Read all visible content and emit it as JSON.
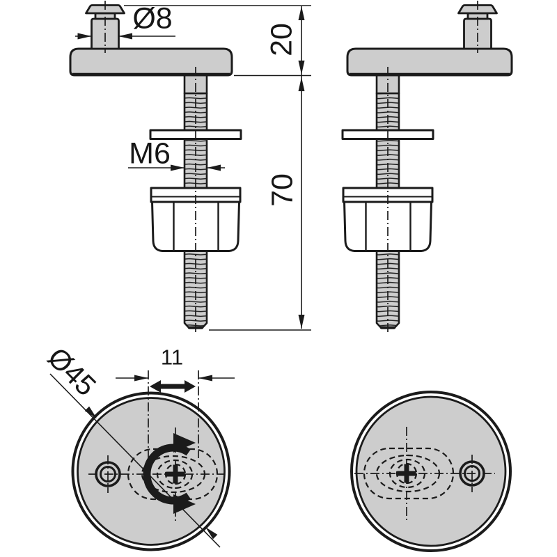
{
  "labels": {
    "pin_diameter": "Ø8",
    "head_height": "20",
    "thread_size": "M6",
    "bolt_length": "70",
    "adjustment_range": "11",
    "base_diameter": "Ø45"
  },
  "icons": {
    "rotation_arrow": "curved-rotation-arrow",
    "screw_recess": "phillips-cross"
  },
  "colors": {
    "part_fill": "#cdcdcd",
    "line": "#1b1b1b",
    "background": "#ffffff"
  }
}
